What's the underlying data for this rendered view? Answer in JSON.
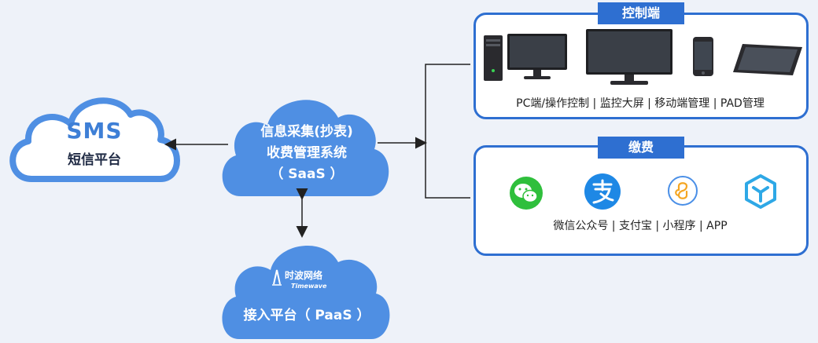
{
  "sms": {
    "title": "SMS",
    "subtitle": "短信平台"
  },
  "saas": {
    "line1": "信息采集(抄表)",
    "line2": "收费管理系统",
    "line3": "（ SaaS ）"
  },
  "paas": {
    "brand_name": "时波网络",
    "brand_en": "Timewave",
    "label": "接入平台（ PaaS ）"
  },
  "control_panel": {
    "tag": "控制端",
    "devices": [
      "pc-tower-icon",
      "monitor-icon",
      "large-screen-icon",
      "mobile-phone-icon",
      "tablet-icon"
    ],
    "caption": "PC端/操作控制 | 监控大屏 | 移动端管理 | PAD管理"
  },
  "payment_panel": {
    "tag": "缴费",
    "icons": [
      "wechat-icon",
      "alipay-icon",
      "mini-program-icon",
      "app-icon"
    ],
    "caption": "微信公众号 | 支付宝 | 小程序 | APP"
  },
  "colors": {
    "cloud_blue": "#4f8fe3",
    "panel_border": "#2e6fd1",
    "wechat_green": "#2fbf3c",
    "alipay_blue": "#1e88e5",
    "mini_program_blue": "#4a8fe7",
    "app_blue": "#2ea8e6"
  }
}
